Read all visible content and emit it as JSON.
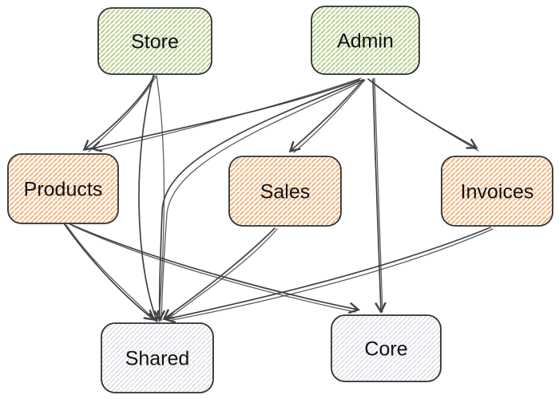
{
  "diagram": {
    "nodes": [
      {
        "id": "Store",
        "label": "Store",
        "category": "container"
      },
      {
        "id": "Admin",
        "label": "Admin",
        "category": "container"
      },
      {
        "id": "Products",
        "label": "Products",
        "category": "feature"
      },
      {
        "id": "Sales",
        "label": "Sales",
        "category": "feature"
      },
      {
        "id": "Invoices",
        "label": "Invoices",
        "category": "feature"
      },
      {
        "id": "Shared",
        "label": "Shared",
        "category": "library"
      },
      {
        "id": "Core",
        "label": "Core",
        "category": "library"
      }
    ],
    "edges": [
      {
        "from": "Store",
        "to": "Products"
      },
      {
        "from": "Store",
        "to": "Shared"
      },
      {
        "from": "Admin",
        "to": "Products"
      },
      {
        "from": "Admin",
        "to": "Sales"
      },
      {
        "from": "Admin",
        "to": "Invoices"
      },
      {
        "from": "Admin",
        "to": "Shared"
      },
      {
        "from": "Admin",
        "to": "Core"
      },
      {
        "from": "Products",
        "to": "Shared"
      },
      {
        "from": "Products",
        "to": "Core"
      },
      {
        "from": "Sales",
        "to": "Shared"
      },
      {
        "from": "Invoices",
        "to": "Shared"
      }
    ],
    "colors": {
      "container_stripe": "#b9cf8e",
      "feature_stripe": "#f3b37e",
      "library_stripe": "#d9d9e3",
      "node_border": "#2f2f2f",
      "edge": "#414141",
      "label": "#111111",
      "background": "#ffffff"
    }
  }
}
